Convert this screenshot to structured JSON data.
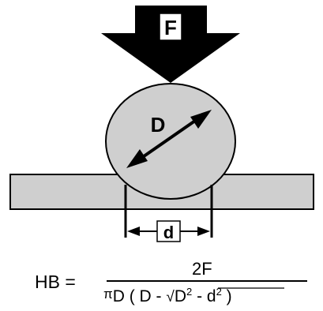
{
  "labels": {
    "force": "F",
    "ball_diameter": "D",
    "indent_diameter": "d"
  },
  "formula": {
    "lhs": "HB =",
    "numerator": "2F",
    "denominator": {
      "pi": "π",
      "part1": "D ( D - ",
      "sqrt": "√",
      "part2": "D",
      "exp1": "2",
      "part3": " - d",
      "exp2": "2",
      "part4": " )"
    }
  }
}
